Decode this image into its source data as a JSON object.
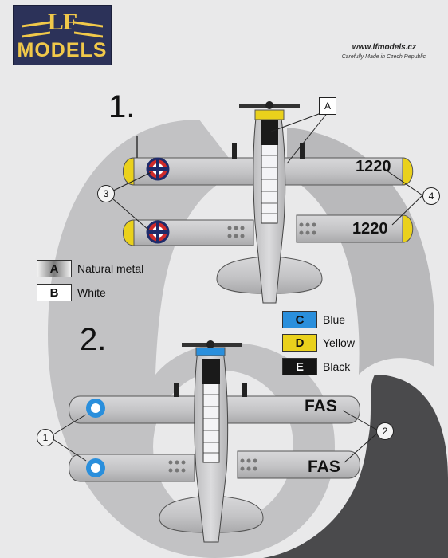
{
  "logo": {
    "letters": "LF",
    "brand": "MODELS"
  },
  "header": {
    "url": "www.lfmodels.cz",
    "tagline": "Carefully Made in Czech Republic"
  },
  "schemes": [
    {
      "number": "1.",
      "wing_code": "1220"
    },
    {
      "number": "2.",
      "wing_code": "FAS"
    }
  ],
  "callouts": {
    "a": "A",
    "n1": "1",
    "n2": "2",
    "n3": "3",
    "n4": "4"
  },
  "legend": [
    {
      "code": "A",
      "label": "Natural metal",
      "color": "#9a9a9a"
    },
    {
      "code": "B",
      "label": "White",
      "color": "#ffffff"
    },
    {
      "code": "C",
      "label": "Blue",
      "color": "#2a8fdc"
    },
    {
      "code": "D",
      "label": "Yellow",
      "color": "#ead11c"
    },
    {
      "code": "E",
      "label": "Black",
      "color": "#151515"
    }
  ],
  "colors": {
    "metal": "#c6c6c8",
    "yellow": "#ead11c",
    "blue": "#2a8fdc",
    "red": "#d02a2a",
    "navy": "#1e2a6a",
    "black": "#151515"
  }
}
